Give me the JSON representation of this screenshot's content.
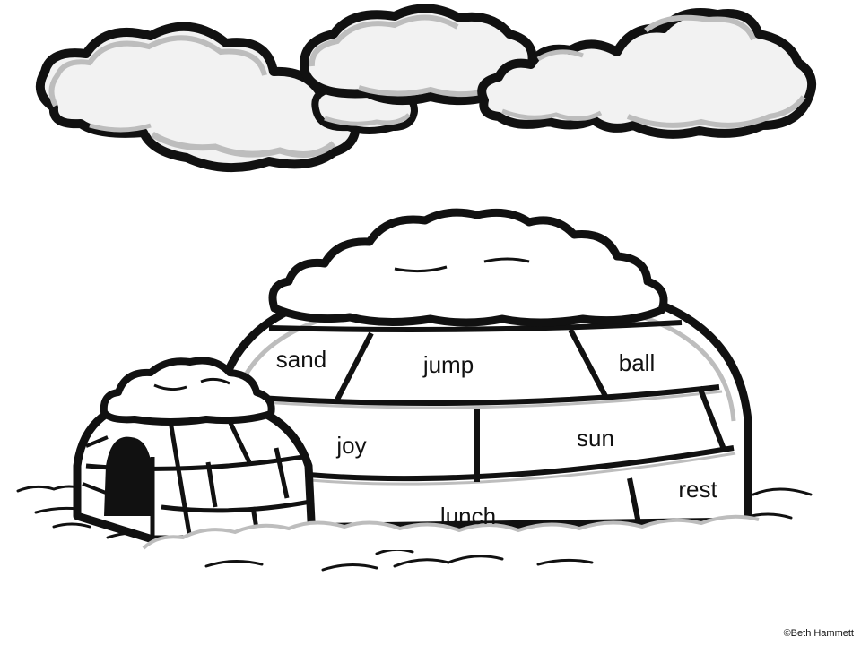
{
  "colors": {
    "outline": "#111111",
    "cloud_fill": "#f2f2f2",
    "cloud_shade": "#bdbdbd",
    "ink": "#111111",
    "paper": "#ffffff"
  },
  "clouds": {
    "count": 4
  },
  "igloo": {
    "words": {
      "sand": "sand",
      "jump": "jump",
      "ball": "ball",
      "joy": "joy",
      "sun": "sun",
      "rest": "rest",
      "lunch": "lunch"
    },
    "door_icon": "igloo-tunnel-icon"
  },
  "credit": "©Beth Hammett"
}
